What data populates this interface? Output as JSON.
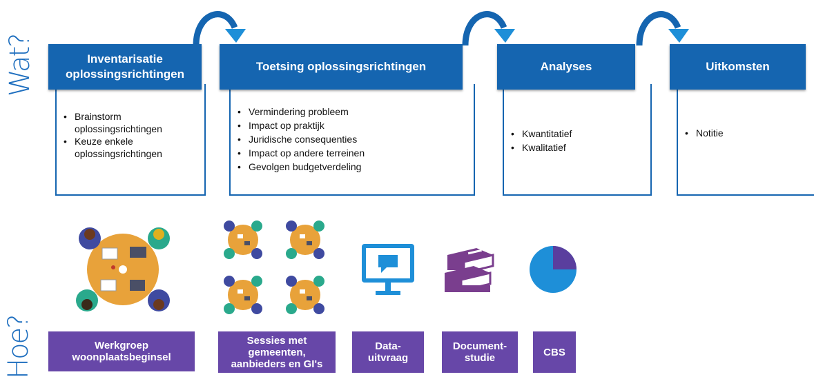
{
  "labels": {
    "wat": "Wat?",
    "hoe": "Hoe?"
  },
  "colors": {
    "blue": "#1565b0",
    "purple": "#6747a8",
    "orange": "#e8a23a",
    "light_blue": "#1e8fd8"
  },
  "steps": [
    {
      "title": "Inventarisatie oplossingsrichtingen",
      "items": [
        "Brainstorm oplossingsrichtingen",
        "Keuze enkele oplossingsrichtingen"
      ]
    },
    {
      "title": "Toetsing oplossingsrichtingen",
      "items": [
        "Vermindering probleem",
        "Impact op praktijk",
        "Juridische consequenties",
        "Impact op andere terreinen",
        "Gevolgen budgetverdeling"
      ]
    },
    {
      "title": "Analyses",
      "items": [
        "Kwantitatief",
        "Kwalitatief"
      ]
    },
    {
      "title": "Uitkomsten",
      "items": [
        "Notitie"
      ]
    }
  ],
  "methods": [
    {
      "label": "Werkgroep woonplaatsbeginsel",
      "icon": "round-table-meeting-icon"
    },
    {
      "label": "Sessies met gemeenten, aanbieders en GI's",
      "icon": "multiple-meetings-icon"
    },
    {
      "label": "Data-uitvraag",
      "icon": "monitor-chat-icon"
    },
    {
      "label": "Document-studie",
      "icon": "books-icon"
    },
    {
      "label": "CBS",
      "icon": "pie-chart-icon"
    }
  ]
}
